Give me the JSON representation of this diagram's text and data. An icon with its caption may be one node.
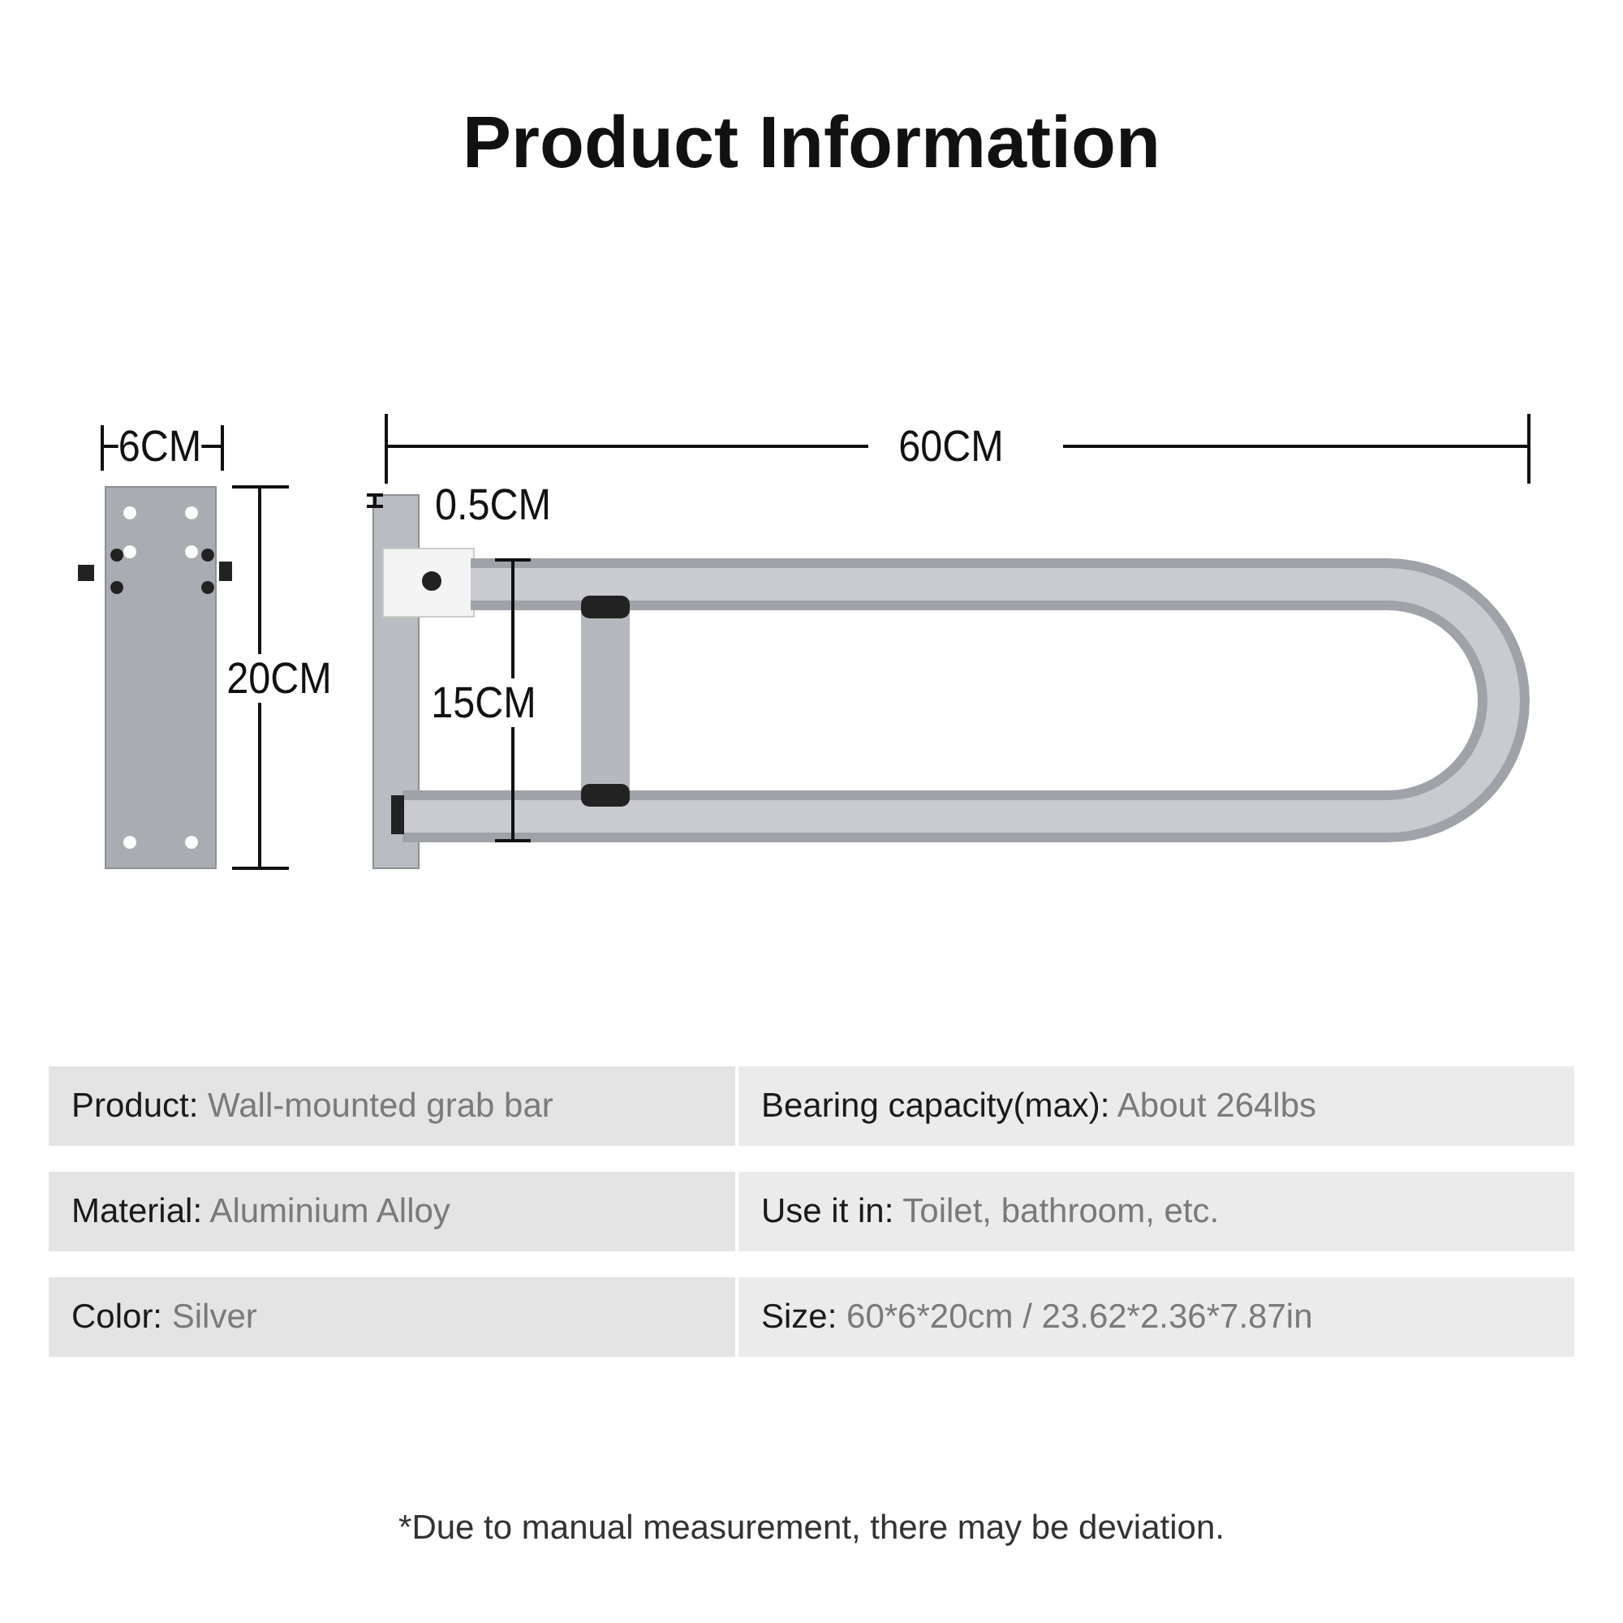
{
  "diagram": {
    "title": "Product Information",
    "caption": "*Due to manual measurement, there may be deviation.",
    "labels": [
      "6CM",
      "60CM",
      "0.5CM",
      "20CM",
      "15CM",
      "**Product:** Wall-mounted grab bar",
      "**Bearing capacity(max):** About 264lbs",
      "**Material:** Aluminium Alloy",
      "**Use it in:** Toilet, bathroom, etc.",
      "**Color:** Silver",
      "**Size:** 60*6*20cm / 23.62*2.36*7.87in"
    ]
  }
}
